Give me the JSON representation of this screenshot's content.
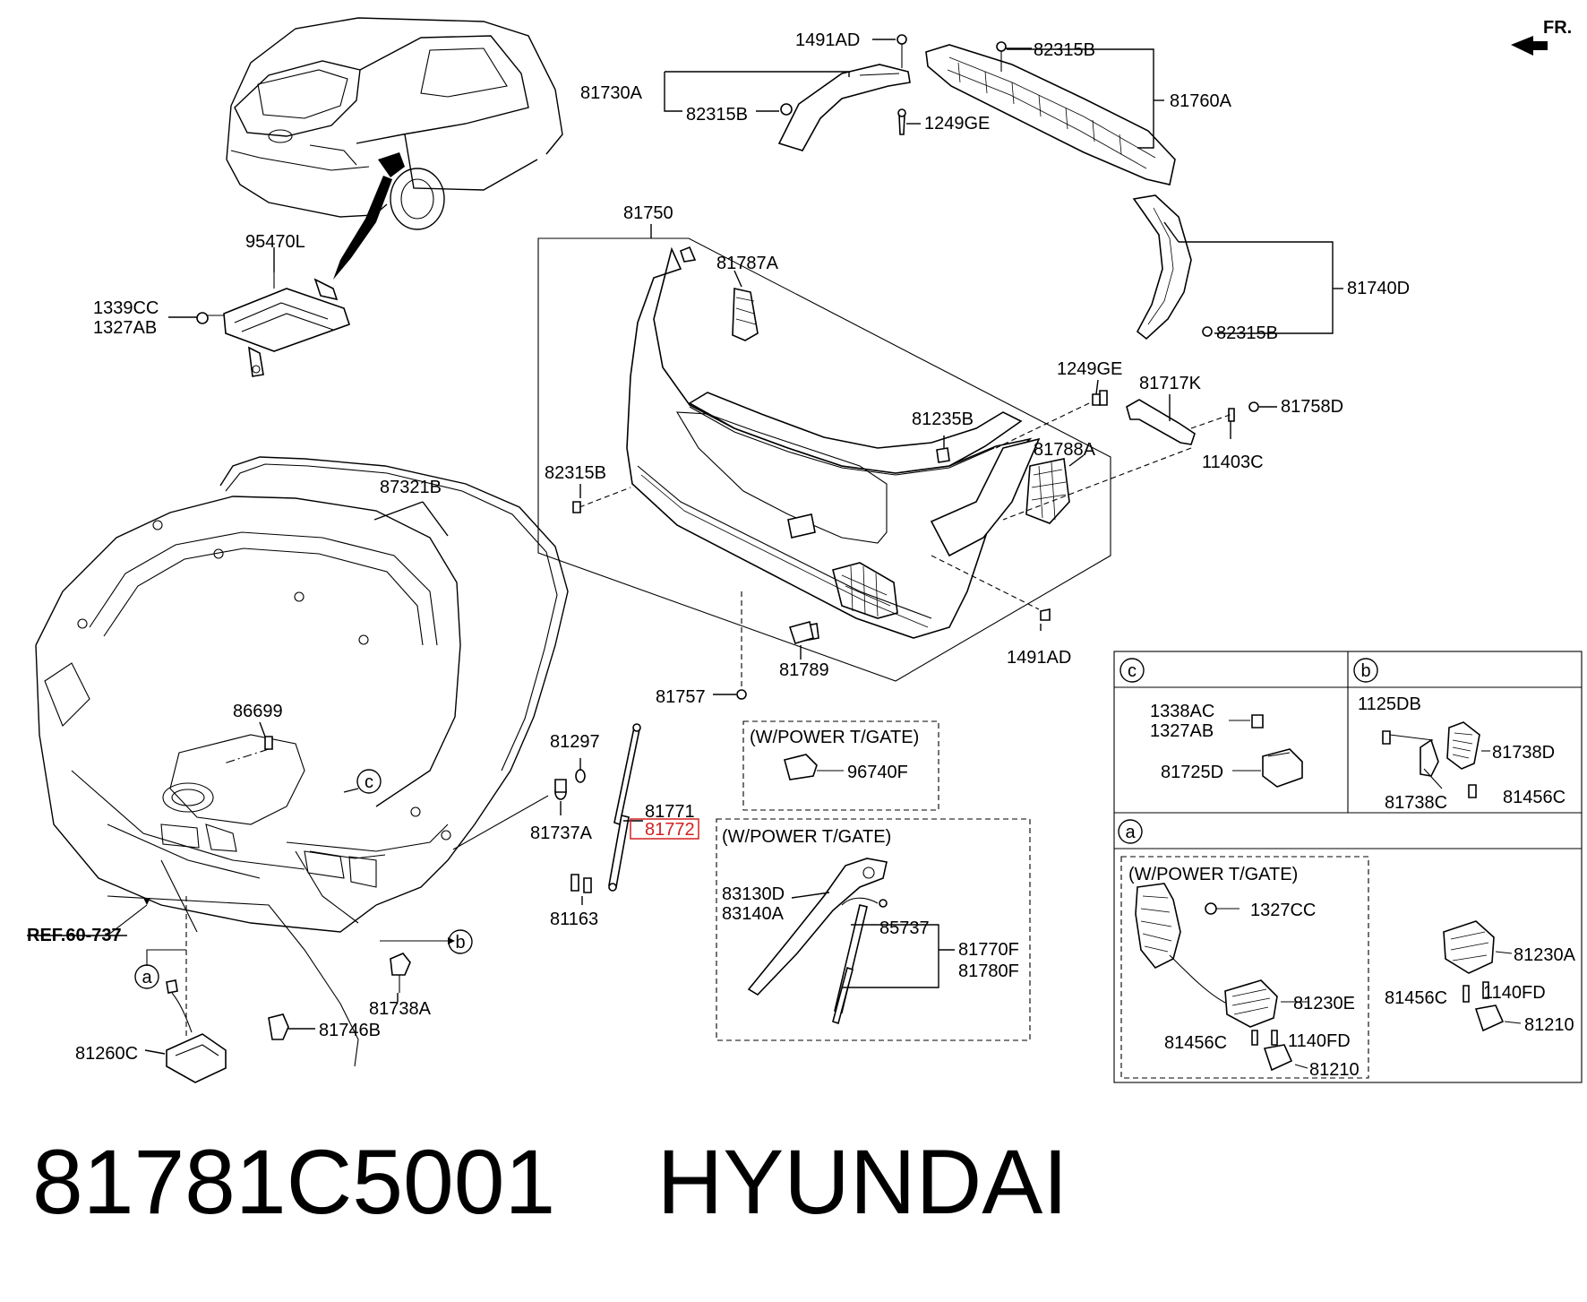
{
  "direction": "FR.",
  "labels": {
    "l1491AD_top": "1491AD",
    "l82315B_top": "82315B",
    "l81730A": "81730A",
    "l82315B_left": "82315B",
    "l1249GE_top": "1249GE",
    "l81760A": "81760A",
    "l95470L": "95470L",
    "l1339CC": "1339CC",
    "l1327AB": "1327AB",
    "l81750": "81750",
    "l81787A": "81787A",
    "l81740D": "81740D",
    "l82315B_right": "82315B",
    "l1249GE_mid": "1249GE",
    "l81717K": "81717K",
    "l81758D": "81758D",
    "l81235B": "81235B",
    "l11403C": "11403C",
    "l81788A": "81788A",
    "l82315B_panel": "82315B",
    "l87321B": "87321B",
    "l1491AD_low": "1491AD",
    "l81789": "81789",
    "l81757": "81757",
    "l86699": "86699",
    "l81297": "81297",
    "l81737A": "81737A",
    "l81771": "81771",
    "l81772": "81772",
    "l81163": "81163",
    "l96740F": "96740F",
    "l83130D": "83130D",
    "l83140A": "83140A",
    "l85737": "85737",
    "l81770F": "81770F",
    "l81780F": "81780F",
    "ref": "REF.60-737",
    "l81738A": "81738A",
    "l81746B": "81746B",
    "l81260C": "81260C",
    "c_1338AC": "1338AC",
    "c_1327AB": "1327AB",
    "c_81725D": "81725D",
    "b_1125DB": "1125DB",
    "b_81738D": "81738D",
    "b_81738C": "81738C",
    "b_81456C": "81456C",
    "a_1327CC": "1327CC",
    "a_81230E": "81230E",
    "a_81456C": "81456C",
    "a_1140FD": "1140FD",
    "a_81210": "81210",
    "a_81230A": "81230A",
    "a_81456C_r": "81456C",
    "a_1140FD_r": "1140FD",
    "a_81210_r": "81210"
  },
  "callouts": {
    "a": "a",
    "b": "b",
    "c": "c"
  },
  "boxes": {
    "power_tgate_small": "(W/POWER T/GATE)",
    "power_tgate_large": "(W/POWER T/GATE)",
    "power_tgate_detail_a": "(W/POWER T/GATE)"
  },
  "caption": {
    "part_number": "81781C5001",
    "brand": "HYUNDAI"
  },
  "colors": {
    "line": "#000000",
    "highlight": "#d42020"
  }
}
